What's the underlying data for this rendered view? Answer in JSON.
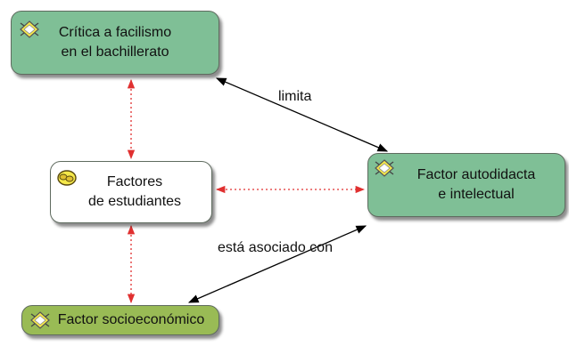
{
  "colors": {
    "green_node": "#7fbf96",
    "olive_node": "#99bb55",
    "white_node": "#ffffff",
    "link_solid": "#000000",
    "link_dotted": "#e03030"
  },
  "nodes": {
    "critica": {
      "label": "Crítica a facilismo\nen el bachillerato",
      "icon": "concept-icon"
    },
    "factores": {
      "label": "Factores\nde estudiantes",
      "icon": "cluster-icon"
    },
    "autodidacta": {
      "label": "Factor autodidacta\ne intelectual",
      "icon": "concept-icon"
    },
    "socio": {
      "label": "Factor socioeconómico",
      "icon": "concept-icon"
    }
  },
  "links": {
    "limita": "limita",
    "asociado": "está asociado con"
  }
}
